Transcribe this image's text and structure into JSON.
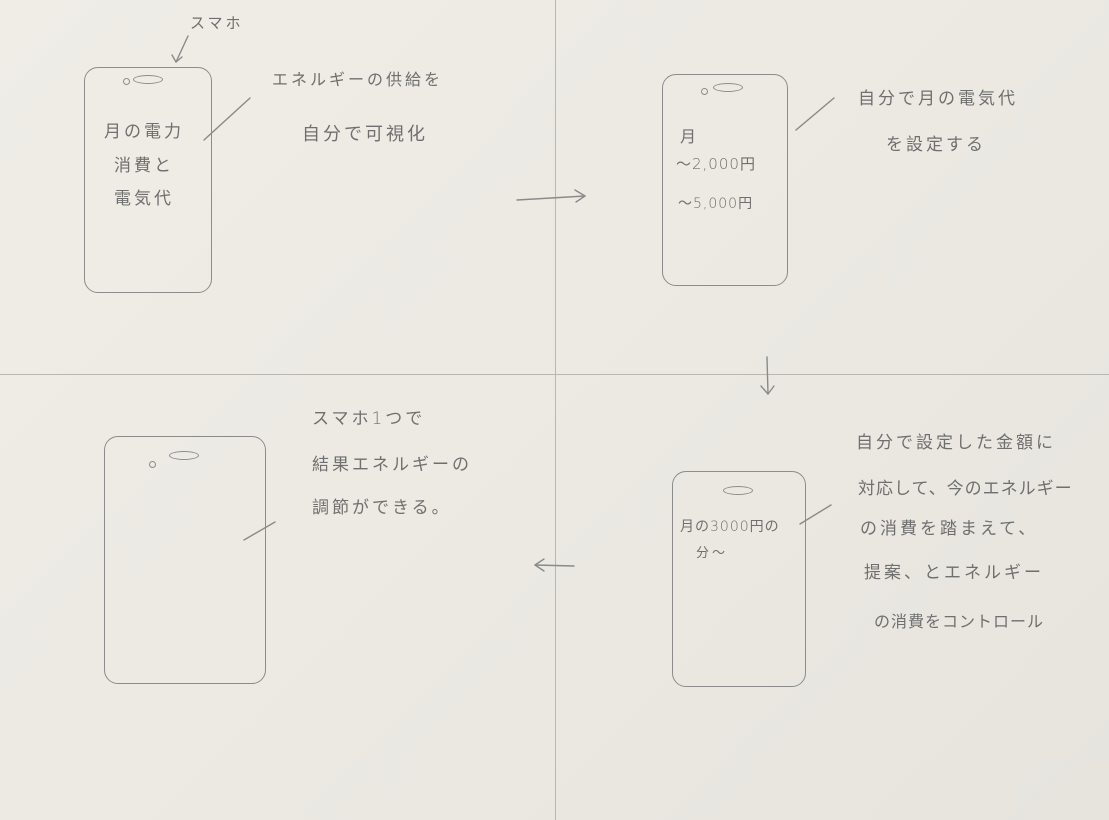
{
  "panel1": {
    "phone_label": "スマホ",
    "screen_lines": [
      "月の電力",
      "消費と",
      "電気代"
    ],
    "caption_lines": [
      "エネルギーの供給を",
      "自分で可視化"
    ]
  },
  "panel2": {
    "screen_lines": [
      "月",
      "〜2,000円",
      "〜5,000円"
    ],
    "caption_lines": [
      "自分で月の電気代",
      "を設定する"
    ]
  },
  "panel3": {
    "screen_lines": [
      "月の3000円の",
      "分〜"
    ],
    "caption_lines": [
      "自分で設定した金額に",
      "対応して、今のエネルギー",
      "の消費を踏まえて、",
      "提案、とエネルギー",
      "の消費をコントロール"
    ]
  },
  "panel4": {
    "caption_lines": [
      "スマホ1つで",
      "結果エネルギーの",
      "調節ができる。"
    ]
  }
}
